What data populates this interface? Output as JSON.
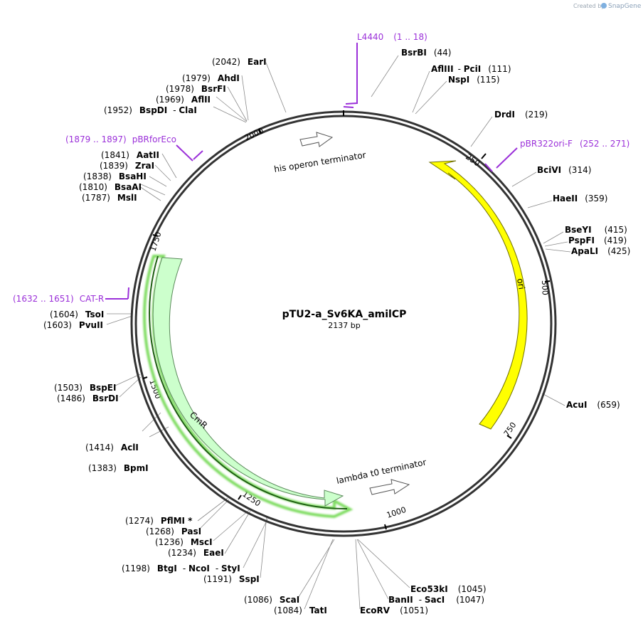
{
  "credit": {
    "prefix": "Created by",
    "brand": "SnapGene"
  },
  "plasmid": {
    "name": "pTU2-a_Sv6KA_amilCP",
    "length": "2137 bp"
  },
  "ticks": [
    "250",
    "500",
    "750",
    "1000",
    "1250",
    "1500",
    "1750",
    "2000"
  ],
  "features": {
    "ori": "ori",
    "cmr": "CmR",
    "his_term": "his operon terminator",
    "lambda_term": "lambda t0 terminator"
  },
  "colors": {
    "ori": "#ffff00",
    "cmr": "#ccffcc",
    "primer": "#9b30d9",
    "backbone": "#333333"
  },
  "primers": [
    {
      "name": "L4440",
      "pos": "(1 .. 18)"
    },
    {
      "name": "pBR322ori-F",
      "pos": "(252 .. 271)"
    },
    {
      "name": "pBRforEco",
      "pos": "(1879 .. 1897)"
    },
    {
      "name": "CAT-R",
      "pos": "(1632 .. 1651)"
    }
  ],
  "enzymes": [
    {
      "name": "BsrBI",
      "pos": "(44)"
    },
    {
      "name": "AflIII",
      "sep": "- ",
      "name2": "PciI",
      "pos": "(111)"
    },
    {
      "name": "NspI",
      "pos": "(115)"
    },
    {
      "name": "DrdI",
      "pos": "(219)"
    },
    {
      "name": "BciVI",
      "pos": "(314)"
    },
    {
      "name": "HaeII",
      "pos": "(359)"
    },
    {
      "name": "BseYI",
      "pos": "(415)"
    },
    {
      "name": "PspFI",
      "pos": "(419)"
    },
    {
      "name": "ApaLI",
      "pos": "(425)"
    },
    {
      "name": "AcuI",
      "pos": "(659)"
    },
    {
      "name": "Eco53kI",
      "pos": "(1045)"
    },
    {
      "name": "BanII",
      "sep": "- ",
      "name2": "SacI",
      "pos": "(1047)"
    },
    {
      "name": "EcoRV",
      "pos": "(1051)"
    },
    {
      "name": "ScaI",
      "pos": "(1086)"
    },
    {
      "name": "TatI",
      "pos": "(1084)"
    },
    {
      "name": "BtgI",
      "sep": "- ",
      "name2": "NcoI",
      "sep2": "- ",
      "name3": "StyI",
      "pos": "(1198)"
    },
    {
      "name": "SspI",
      "pos": "(1191)"
    },
    {
      "name": "EaeI",
      "pos": "(1234)"
    },
    {
      "name": "MscI",
      "pos": "(1236)"
    },
    {
      "name": "PasI",
      "pos": "(1268)"
    },
    {
      "name": "PflMI *",
      "pos": "(1274)"
    },
    {
      "name": "BpmI",
      "pos": "(1383)"
    },
    {
      "name": "AclI",
      "pos": "(1414)"
    },
    {
      "name": "BsrDI",
      "pos": "(1486)"
    },
    {
      "name": "BspEI",
      "pos": "(1503)"
    },
    {
      "name": "PvuII",
      "pos": "(1603)"
    },
    {
      "name": "TsoI",
      "pos": "(1604)"
    },
    {
      "name": "MslI",
      "pos": "(1787)"
    },
    {
      "name": "BsaAI",
      "pos": "(1810)"
    },
    {
      "name": "BsaHI",
      "pos": "(1838)"
    },
    {
      "name": "ZraI",
      "pos": "(1839)"
    },
    {
      "name": "AatII",
      "pos": "(1841)"
    },
    {
      "name": "BspDI",
      "sep": "- ",
      "name2": "ClaI",
      "pos": "(1952)"
    },
    {
      "name": "AflII",
      "pos": "(1969)"
    },
    {
      "name": "BsrFI",
      "pos": "(1978)"
    },
    {
      "name": "AhdI",
      "pos": "(1979)"
    },
    {
      "name": "EarI",
      "pos": "(2042)"
    }
  ]
}
